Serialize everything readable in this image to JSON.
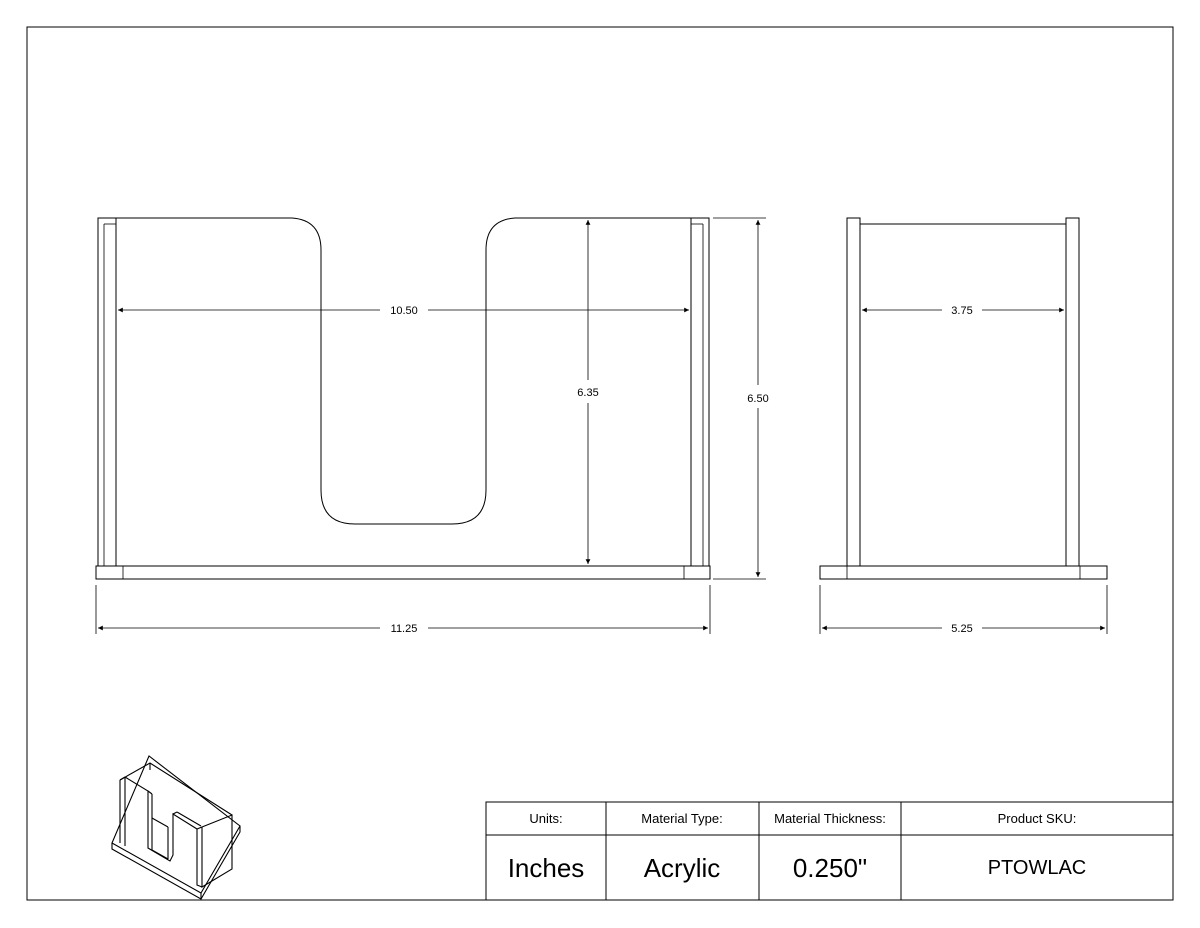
{
  "dimensions": {
    "front_inner_width": "10.50",
    "front_inner_height": "6.35",
    "front_total_height": "6.50",
    "front_total_width": "11.25",
    "side_inner_width": "3.75",
    "side_total_width": "5.25"
  },
  "title_block": {
    "units_label": "Units:",
    "units_value": "Inches",
    "material_label": "Material Type:",
    "material_value": "Acrylic",
    "thickness_label": "Material Thickness:",
    "thickness_value": "0.250\"",
    "sku_label": "Product SKU:",
    "sku_value": "PTOWLAC"
  },
  "colors": {
    "line": "#000000",
    "background": "#ffffff"
  }
}
